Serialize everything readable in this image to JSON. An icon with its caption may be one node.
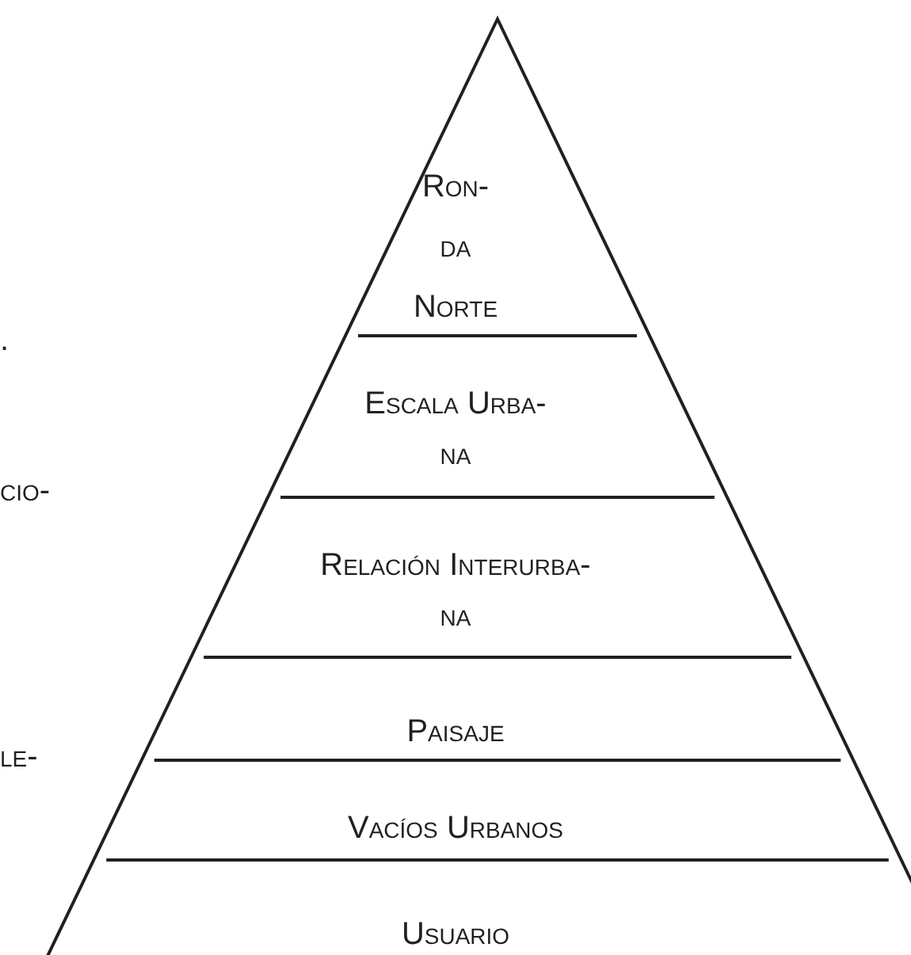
{
  "diagram": {
    "nodes": [
      {
        "text": [
          "Ron- da Norte"
        ]
      },
      {
        "text": [
          "Escala Urba- na"
        ]
      },
      {
        "text": [
          "Relación Interurba- na"
        ]
      },
      {
        "text": [
          "Paisaje"
        ]
      },
      {
        "text": [
          "Vacíos Urbanos"
        ]
      },
      {
        "text": [
          "Usuario"
        ]
      }
    ],
    "labels": [
      ".",
      "cio-",
      "le-"
    ]
  }
}
